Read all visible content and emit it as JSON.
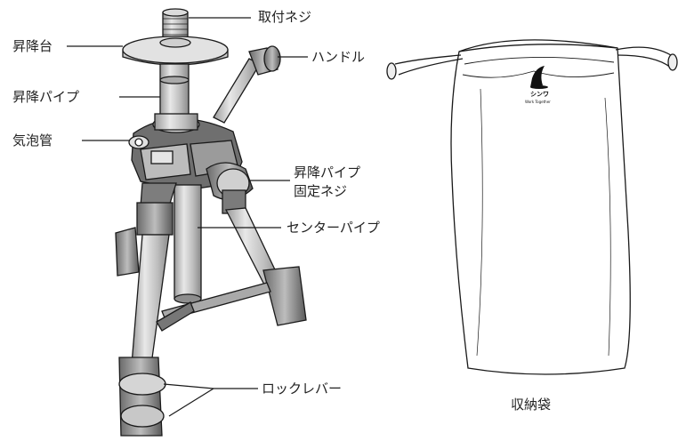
{
  "labels": {
    "mount_screw": "取付ネジ",
    "lift_plate": "昇降台",
    "handle": "ハンドル",
    "lift_pipe": "昇降パイプ",
    "bubble_level": "気泡管",
    "lift_pipe_lock_line1": "昇降パイプ",
    "lift_pipe_lock_line2": "固定ネジ",
    "center_pipe": "センターパイプ",
    "lock_lever": "ロックレバー",
    "storage_bag": "収納袋"
  },
  "bag_logo": {
    "brand": "シンワ",
    "tagline": "Work Together"
  },
  "colors": {
    "line": "#1a1a1a",
    "metal": "#c9c9c9",
    "metal_dark": "#8a8a8a"
  }
}
